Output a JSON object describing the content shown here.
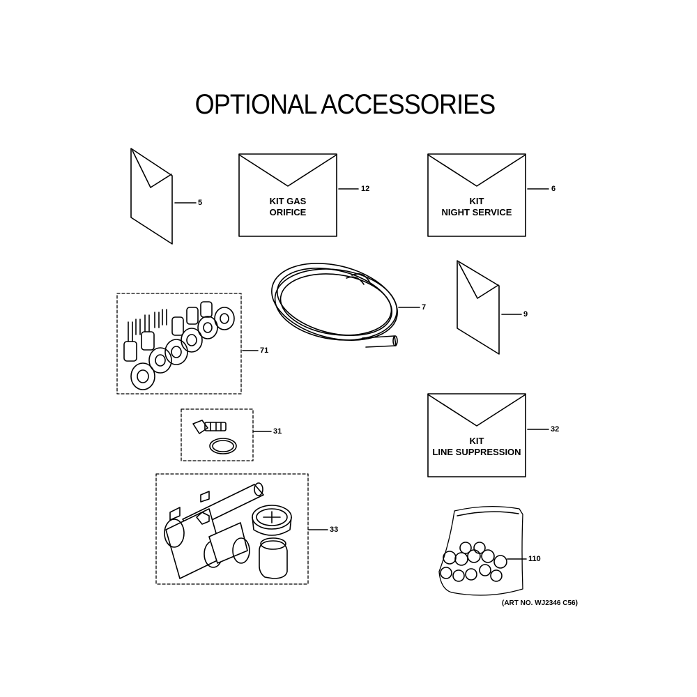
{
  "title": "OPTIONAL ACCESSORIES",
  "art_number": "(ART NO. WJ2346 C56)",
  "kits": {
    "gas_orifice": [
      "KIT GAS",
      "ORIFICE"
    ],
    "night_service": [
      "KIT",
      "NIGHT SERVICE"
    ],
    "line_suppression": [
      "KIT",
      "LINE SUPPRESSION"
    ]
  },
  "callouts": {
    "manual_top": "5",
    "kit_gas_orifice": "12",
    "kit_night_service": "6",
    "hose": "7",
    "manual_mid": "9",
    "orifice_set": "71",
    "fitting": "31",
    "line_suppression": "32",
    "manifold_assembly": "33",
    "bag_of_fittings": "110"
  }
}
